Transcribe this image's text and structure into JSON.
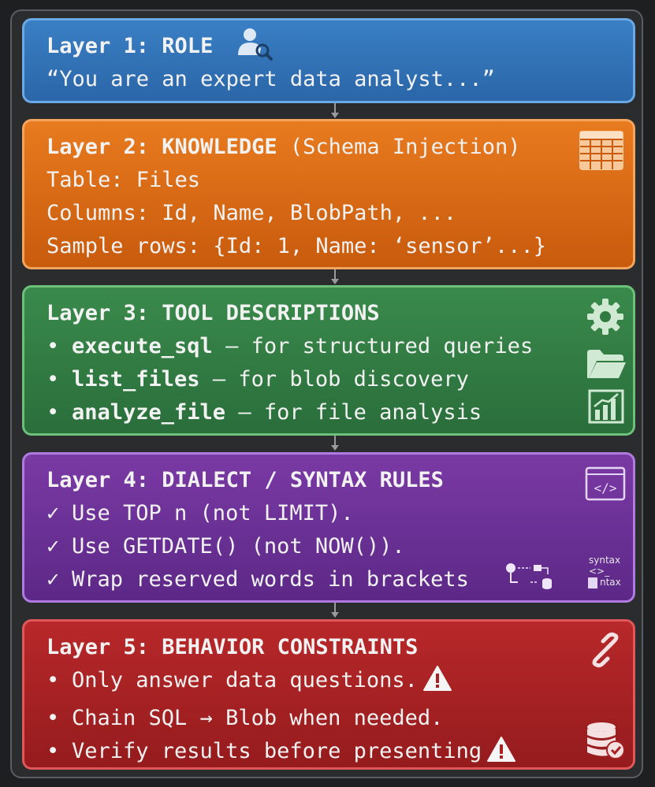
{
  "layer1": {
    "title": "Layer 1: ROLE",
    "text": "“You are an expert data analyst...”",
    "icon": "user-search-icon"
  },
  "layer2": {
    "title": "Layer 2: KNOWLEDGE",
    "subtitle": " (Schema Injection)",
    "lines": [
      "Table: Files",
      "Columns: Id, Name, BlobPath, ...",
      "Sample rows: {Id: 1, Name: ‘sensor’...}"
    ],
    "icon": "table-icon"
  },
  "layer3": {
    "title": "Layer 3: TOOL DESCRIPTIONS",
    "items": [
      {
        "name": "execute_sql",
        "desc": " – for structured queries"
      },
      {
        "name": "list_files",
        "desc": " – for blob discovery"
      },
      {
        "name": "analyze_file",
        "desc": " – for file analysis"
      }
    ],
    "icons": [
      "gear-icon",
      "folder-icon",
      "chart-icon"
    ]
  },
  "layer4": {
    "title": "Layer 4: DIALECT / SYNTAX RULES",
    "items": [
      "Use TOP n (not LIMIT).",
      "Use GETDATE() (not NOW()).",
      "Wrap reserved words in brackets"
    ],
    "syntax_label_1": "syntax",
    "syntax_label_2": "ntax",
    "icons": [
      "code-window-icon",
      "flow-icon",
      "syntax-icon"
    ]
  },
  "layer5": {
    "title": "Layer 5: BEHAVIOR CONSTRAINTS",
    "items": [
      "Only answer data questions.",
      "Chain SQL → Blob when needed.",
      "Verify results before presenting"
    ],
    "icons": [
      "link-icon",
      "warning-icon",
      "database-check-icon"
    ]
  },
  "colors": {
    "layer1": "#3273b8",
    "layer2": "#de6c15",
    "layer3": "#337d44",
    "layer4": "#6b3196",
    "layer5": "#a82123"
  }
}
